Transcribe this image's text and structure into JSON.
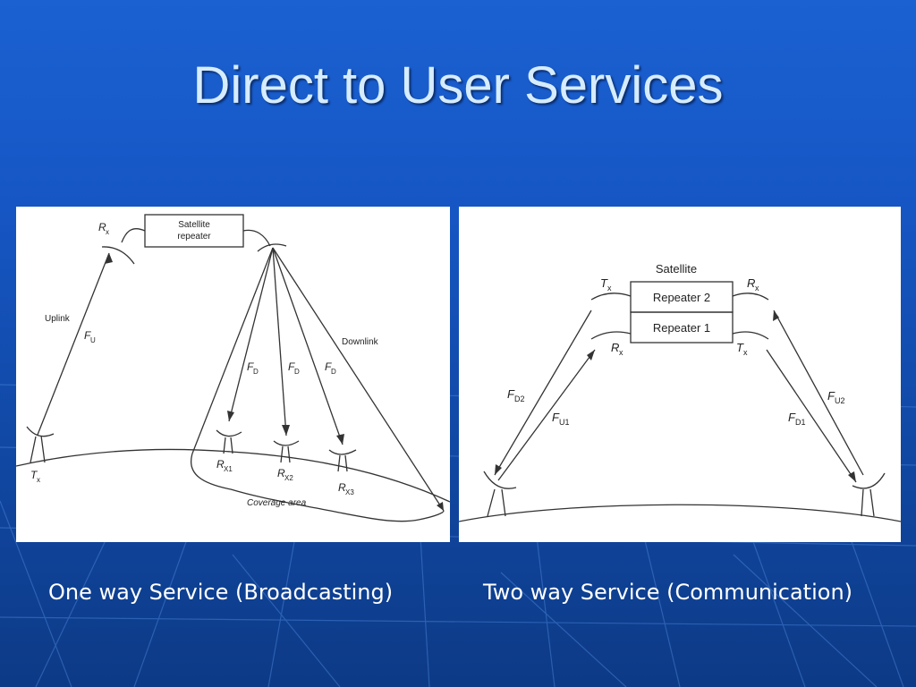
{
  "slide": {
    "title": "Direct to User Services"
  },
  "left_diagram": {
    "repeater_line1": "Satellite",
    "repeater_line2": "repeater",
    "rx": "R",
    "rx_sub": "x",
    "uplink": "Uplink",
    "fu": "F",
    "fu_sub": "U",
    "downlink": "Downlink",
    "fd": "F",
    "fd_sub": "D",
    "tx": "T",
    "tx_sub": "x",
    "rx1_sub": "X1",
    "rx2_sub": "X2",
    "rx3_sub": "X3",
    "coverage": "Coverage area"
  },
  "right_diagram": {
    "satellite": "Satellite",
    "repeater2": "Repeater 2",
    "repeater1": "Repeater 1",
    "t": "T",
    "r": "R",
    "x_sub": "x",
    "f": "F",
    "fd2_sub": "D2",
    "fu1_sub": "U1",
    "fu2_sub": "U2",
    "fd1_sub": "D1"
  },
  "captions": {
    "left": "One way Service (Broadcasting)",
    "right": "Two way Service (Communication)"
  },
  "colors": {
    "background": "#1656c4",
    "title": "#d6ecff",
    "caption": "#ffffff"
  }
}
